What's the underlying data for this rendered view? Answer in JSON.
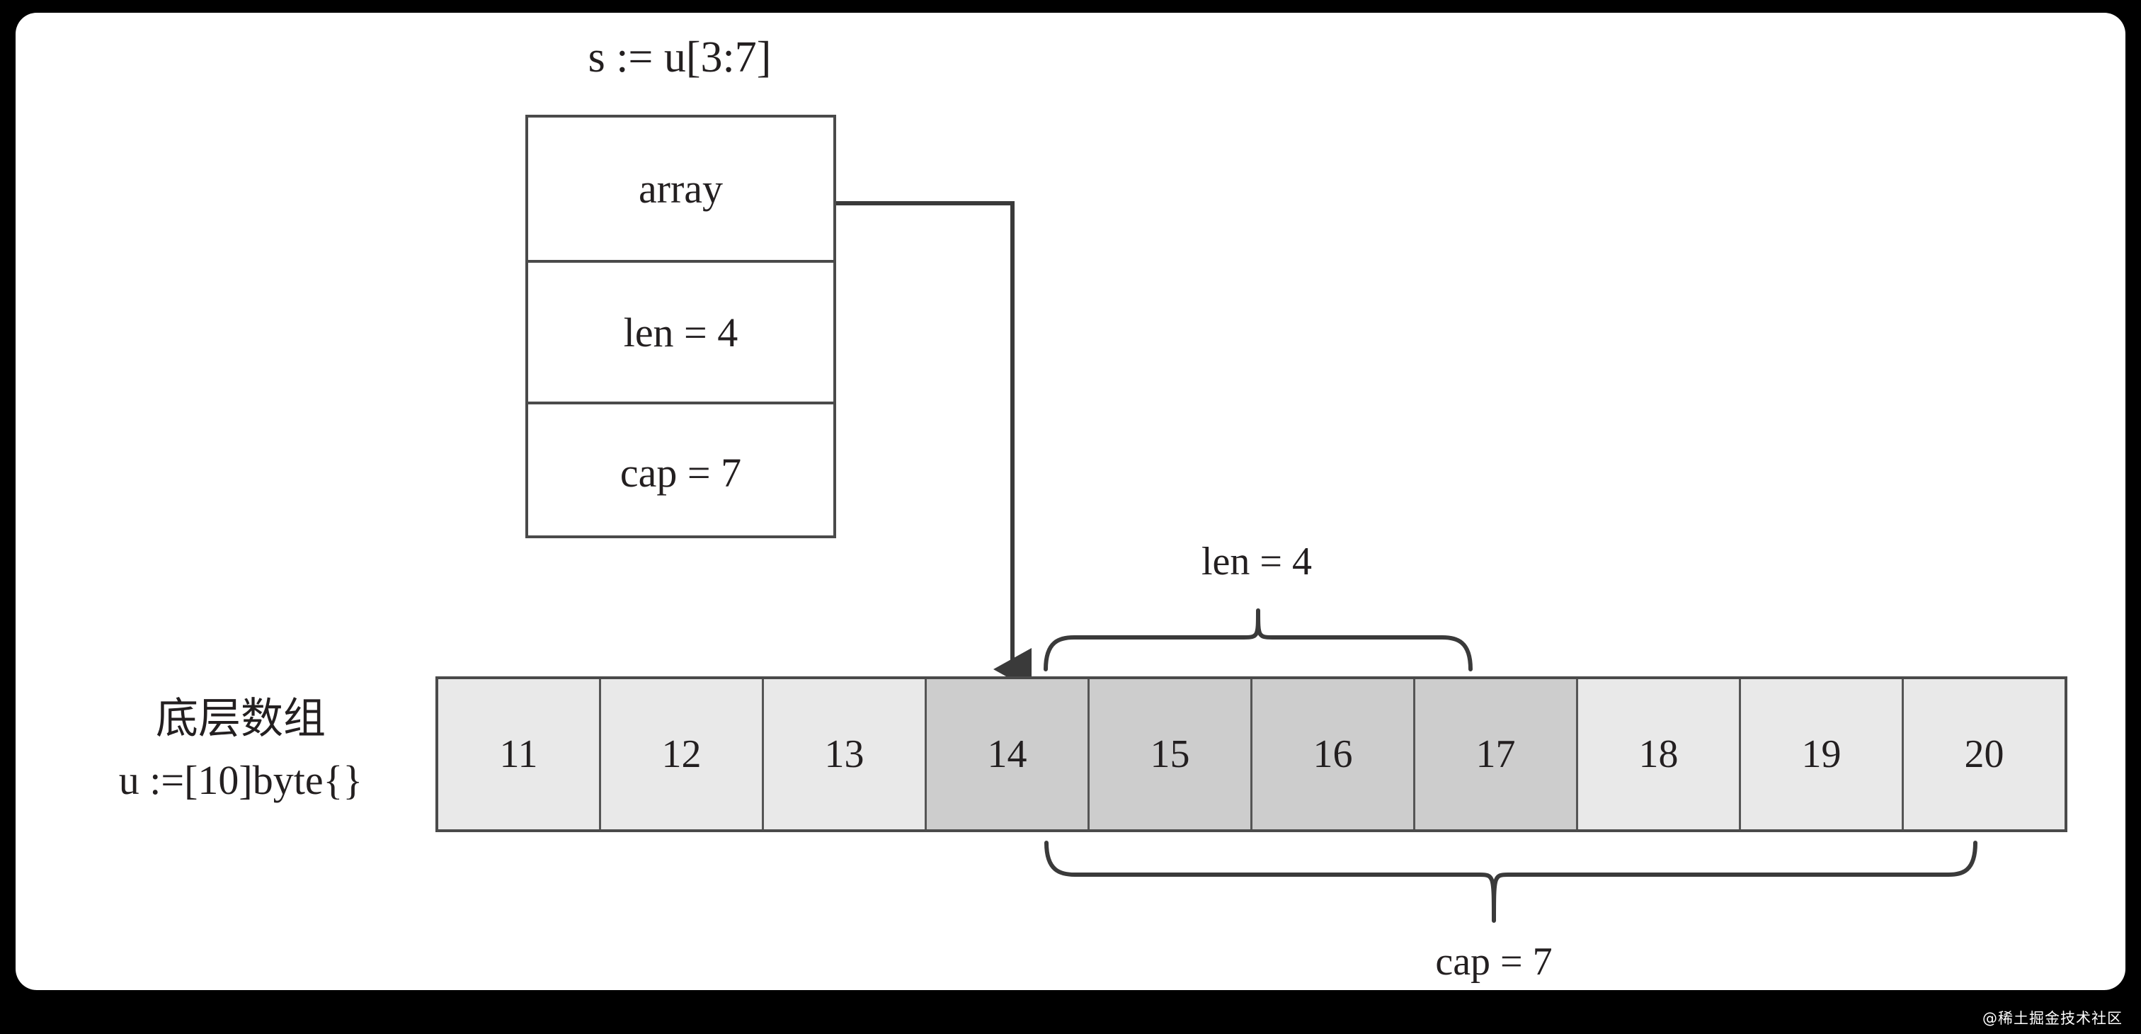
{
  "figure": {
    "title": "s := u[3:7]",
    "watermark": "@稀土掘金技术社区"
  },
  "slice_header": {
    "box_rows": [
      {
        "label": "array"
      },
      {
        "label": "len = 4"
      },
      {
        "label": "cap = 7"
      }
    ]
  },
  "underlying_array": {
    "label_line1": "底层数组",
    "label_line2": "u :=[10]byte{}",
    "cells": [
      {
        "value": "11",
        "shade": "light"
      },
      {
        "value": "12",
        "shade": "light"
      },
      {
        "value": "13",
        "shade": "light"
      },
      {
        "value": "14",
        "shade": "dark"
      },
      {
        "value": "15",
        "shade": "dark"
      },
      {
        "value": "16",
        "shade": "dark"
      },
      {
        "value": "17",
        "shade": "dark"
      },
      {
        "value": "18",
        "shade": "light"
      },
      {
        "value": "19",
        "shade": "light"
      },
      {
        "value": "20",
        "shade": "light"
      }
    ]
  },
  "annotations": {
    "len_brace_label": "len = 4",
    "cap_brace_label": "cap = 7"
  },
  "colors": {
    "frame": "#000000",
    "panel": "#ffffff",
    "stroke": "#4a4a4a",
    "cell_light": "#e9e9e9",
    "cell_dark": "#cdcdcd",
    "text": "#231f20"
  }
}
